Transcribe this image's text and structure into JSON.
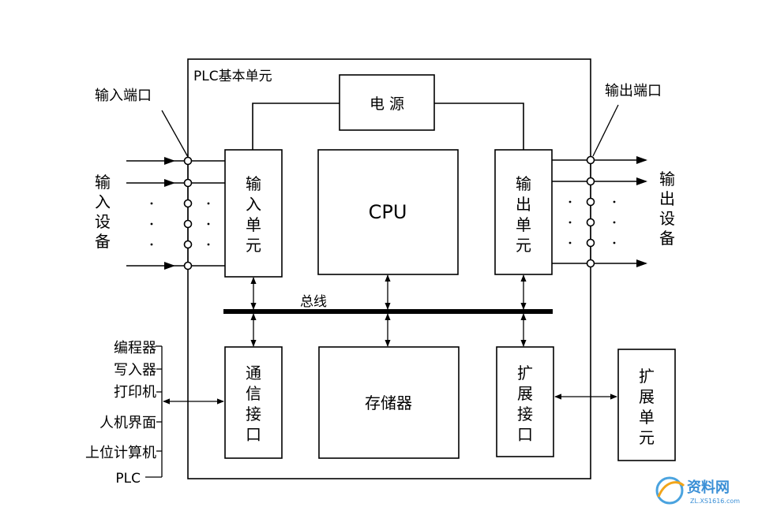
{
  "plc_unit_label": "PLC基本单元",
  "power_label": "电 源",
  "cpu_label": "CPU",
  "input_unit_label": [
    "输",
    "入",
    "单",
    "元"
  ],
  "output_unit_label": [
    "输",
    "出",
    "单",
    "元"
  ],
  "bus_label": "总线",
  "comm_interface_label": [
    "通",
    "信",
    "接",
    "口"
  ],
  "memory_label": "存储器",
  "expansion_interface_label": [
    "扩",
    "展",
    "接",
    "口"
  ],
  "expansion_unit_label": [
    "扩",
    "展",
    "单",
    "元"
  ],
  "input_port_label": "输入端口",
  "output_port_label": "输出端口",
  "input_device_label": [
    "输",
    "入",
    "设",
    "备"
  ],
  "output_device_label": [
    "输",
    "出",
    "设",
    "备"
  ],
  "peripherals": [
    "编程器",
    "写入器",
    "打印机",
    "人机界面",
    "上位计算机",
    "PLC"
  ],
  "watermark": {
    "site": "资料网",
    "url": "ZL.XS1616.com"
  }
}
